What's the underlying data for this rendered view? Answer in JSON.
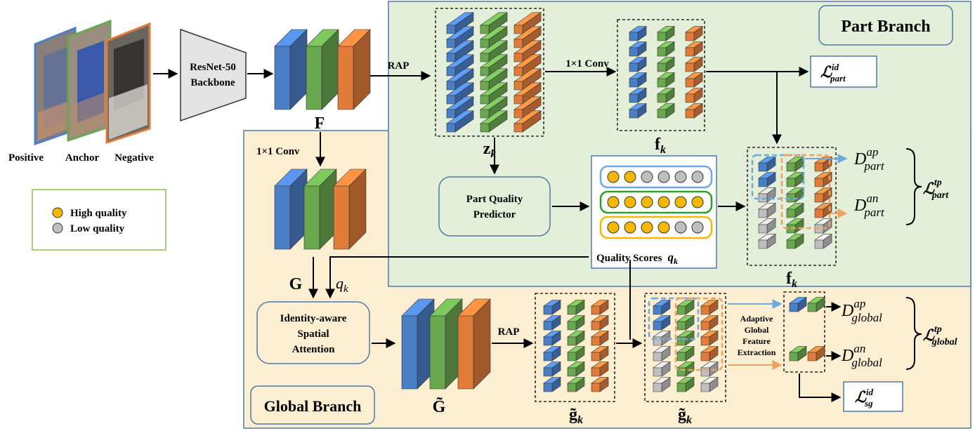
{
  "colors": {
    "blue": "#4a7fc6",
    "green": "#6aa84f",
    "orange": "#e07b39",
    "gray": "#bfbfbf",
    "part_bg": "#e3efd9",
    "global_bg": "#fcefd1",
    "panel_border": "#4f78a8",
    "high_quality_dot": "#f5b800",
    "low_quality_dot": "#bfbfbf",
    "legend_border": "#8bc34a"
  },
  "inputs": {
    "positive": "Positive",
    "anchor": "Anchor",
    "negative": "Negative"
  },
  "legend": {
    "high": "High quality",
    "low": "Low quality"
  },
  "backbone": {
    "line1": "ResNet-50",
    "line2": "Backbone"
  },
  "feature_map_label": "F",
  "part_branch": {
    "title": "Part Branch",
    "rap": "RAP",
    "conv": "1×1 Conv",
    "z_label": "z",
    "z_sub": "k",
    "f_label": "f",
    "f_sub": "k",
    "predictor_line1": "Part Quality",
    "predictor_line2": "Predictor",
    "scores_text": "Quality  Scores",
    "scores_var": "q",
    "scores_sub": "k",
    "fk_right_label": "f",
    "fk_right_sub": "k",
    "quality_rows": [
      [
        "high",
        "high",
        "low",
        "low",
        "low",
        "low"
      ],
      [
        "high",
        "high",
        "high",
        "high",
        "high",
        "high"
      ],
      [
        "high",
        "high",
        "high",
        "high",
        "low",
        "low"
      ]
    ],
    "loss_id": "ℒ",
    "loss_id_sup": "id",
    "loss_id_sub": "part",
    "d_ap": "D",
    "d_ap_sup": "ap",
    "d_ap_sub": "part",
    "d_an": "D",
    "d_an_sup": "an",
    "d_an_sub": "part",
    "loss_tp": "ℒ",
    "loss_tp_sup": "tp",
    "loss_tp_sub": "part"
  },
  "global_branch": {
    "title": "Global Branch",
    "conv": "1×1 Conv",
    "g_label": "G",
    "q_label": "q",
    "q_sub": "k",
    "attention_line1": "Identity-aware",
    "attention_line2": "Spatial",
    "attention_line3": "Attention",
    "g_tilde_label": "G̃",
    "rap": "RAP",
    "gk_label": "g̃",
    "gk_sub": "k",
    "gk2_label": "g̃",
    "gk2_sub": "k",
    "adaptive_line1": "Adaptive",
    "adaptive_line2": "Global",
    "adaptive_line3": "Feature",
    "adaptive_line4": "Extraction",
    "d_ap": "D",
    "d_ap_sup": "ap",
    "d_ap_sub": "global",
    "d_an": "D",
    "d_an_sup": "an",
    "d_an_sub": "global",
    "loss_tp": "ℒ",
    "loss_tp_sup": "tp",
    "loss_tp_sub": "global",
    "loss_sg": "ℒ",
    "loss_sg_sup": "id",
    "loss_sg_sub": "sg"
  }
}
